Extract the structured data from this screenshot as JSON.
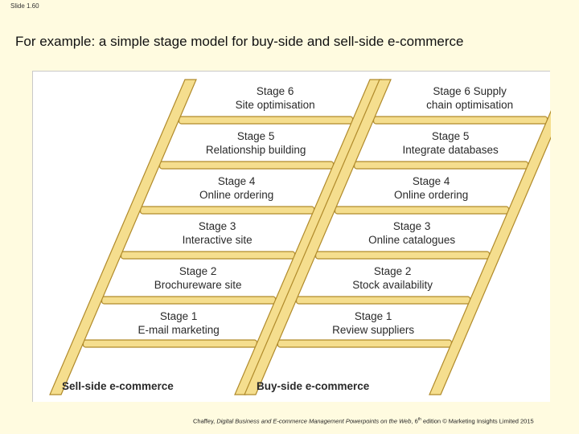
{
  "slide_number": "Slide 1.60",
  "title": "For example: a simple stage model for buy-side and sell-side e-commerce",
  "colors": {
    "background": "#fffbe0",
    "ladder_fill": "#f5de8e",
    "ladder_stroke": "#b08a2a"
  },
  "sell_side": {
    "label": "Sell-side e-commerce",
    "stages": [
      {
        "stage": "Stage 6",
        "name": "Site optimisation"
      },
      {
        "stage": "Stage 5",
        "name": "Relationship building"
      },
      {
        "stage": "Stage 4",
        "name": "Online ordering"
      },
      {
        "stage": "Stage 3",
        "name": "Interactive site"
      },
      {
        "stage": "Stage 2",
        "name": "Brochureware site"
      },
      {
        "stage": "Stage 1",
        "name": "E-mail marketing"
      }
    ]
  },
  "buy_side": {
    "label": "Buy-side e-commerce",
    "stages": [
      {
        "stage": "Stage 6 Supply",
        "name": "chain optimisation"
      },
      {
        "stage": "Stage 5",
        "name": "Integrate databases"
      },
      {
        "stage": "Stage 4",
        "name": "Online ordering"
      },
      {
        "stage": "Stage 3",
        "name": "Online catalogues"
      },
      {
        "stage": "Stage 2",
        "name": "Stock availability"
      },
      {
        "stage": "Stage 1",
        "name": "Review suppliers"
      }
    ]
  },
  "footer": {
    "author": "Chaffey, ",
    "book": "Digital Business and E-commerce Management Powerpoints on the Web",
    "edition_pre": ", 6",
    "edition_sup": "th",
    "edition_post": " edition © Marketing Insights Limited 2015"
  }
}
